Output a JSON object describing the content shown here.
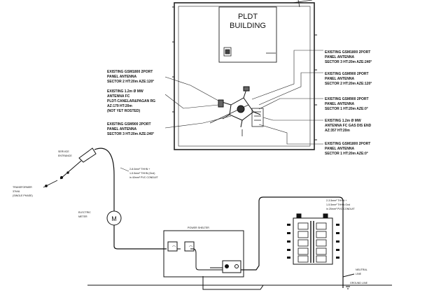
{
  "building": {
    "line1": "PLDT",
    "line2": "BUILDING"
  },
  "antennas": [
    {
      "l1": "EXISTING GSM1800 2PORT",
      "l2": "PANEL ANTENNA",
      "l3": "SECTOR 3 HT:20m AZE:240°"
    },
    {
      "l1": "EXISTING GSM1800 2PORT",
      "l2": "PANEL ANTENNA",
      "l3": "SECTOR 2 HT:20m AZE:120°"
    },
    {
      "l1": "EXISTING GSM900 2PORT",
      "l2": "PANEL ANTENNA",
      "l3": "SECTOR 2 HT:20m AZE:120°"
    },
    {
      "l1": "EXISTING 1.2m Ø MW",
      "l2": "ANTENNA FC",
      "l3": "PLDT-CANELAR&PAGAN RG",
      "l4": "AZ:179 HT:20m",
      "l5": "(NOT YET ROSTED)"
    },
    {
      "l1": "EXISTING GSM900 2PORT",
      "l2": "PANEL ANTENNA",
      "l3": "SECTOR 1 HT:20m AZE:0°"
    },
    {
      "l1": "EXISTING 1.2m Ø MW",
      "l2": "ANTENNA FC GAS DIS END",
      "l3": "AZ:357 HT:20m"
    },
    {
      "l1": "EXISTING GSM900 2PORT",
      "l2": "PANEL ANTENNA",
      "l3": "SECTOR 3 HT:20m AZE:240°"
    },
    {
      "l1": "EXISTING GSM1800 2PORT",
      "l2": "PANEL ANTENNA",
      "l3": "SECTOR 1 HT:20m AZE:0°"
    }
  ],
  "electrical": {
    "service_l1": "SERVICE",
    "service_l2": "ENTRANCE",
    "transformer_l1": "TRANSFORMER",
    "transformer_l2": "37kVA",
    "transformer_l3": "(SINGLE PHASE)",
    "feeder_l1": "2-8.0mm² THHN +",
    "feeder_l2": "1-5.5mm² THHN (Gnd)",
    "feeder_l3": "in 40mm² PVC CONDUIT",
    "meter_l1": "ELECTRIC",
    "meter_l2": "METER",
    "meter_symbol": "M",
    "shelter": "POWER SHELTER",
    "panel_feed_l1": "2-3.5mm² THHN +",
    "panel_feed_l2": "1-5.5mm² THHN Gnd",
    "panel_feed_l3": "in 25mm² PVC CONDUIT",
    "neutral_l1": "NEUTRAL",
    "neutral_l2": "LINE",
    "ground": "GROUND LINE"
  }
}
